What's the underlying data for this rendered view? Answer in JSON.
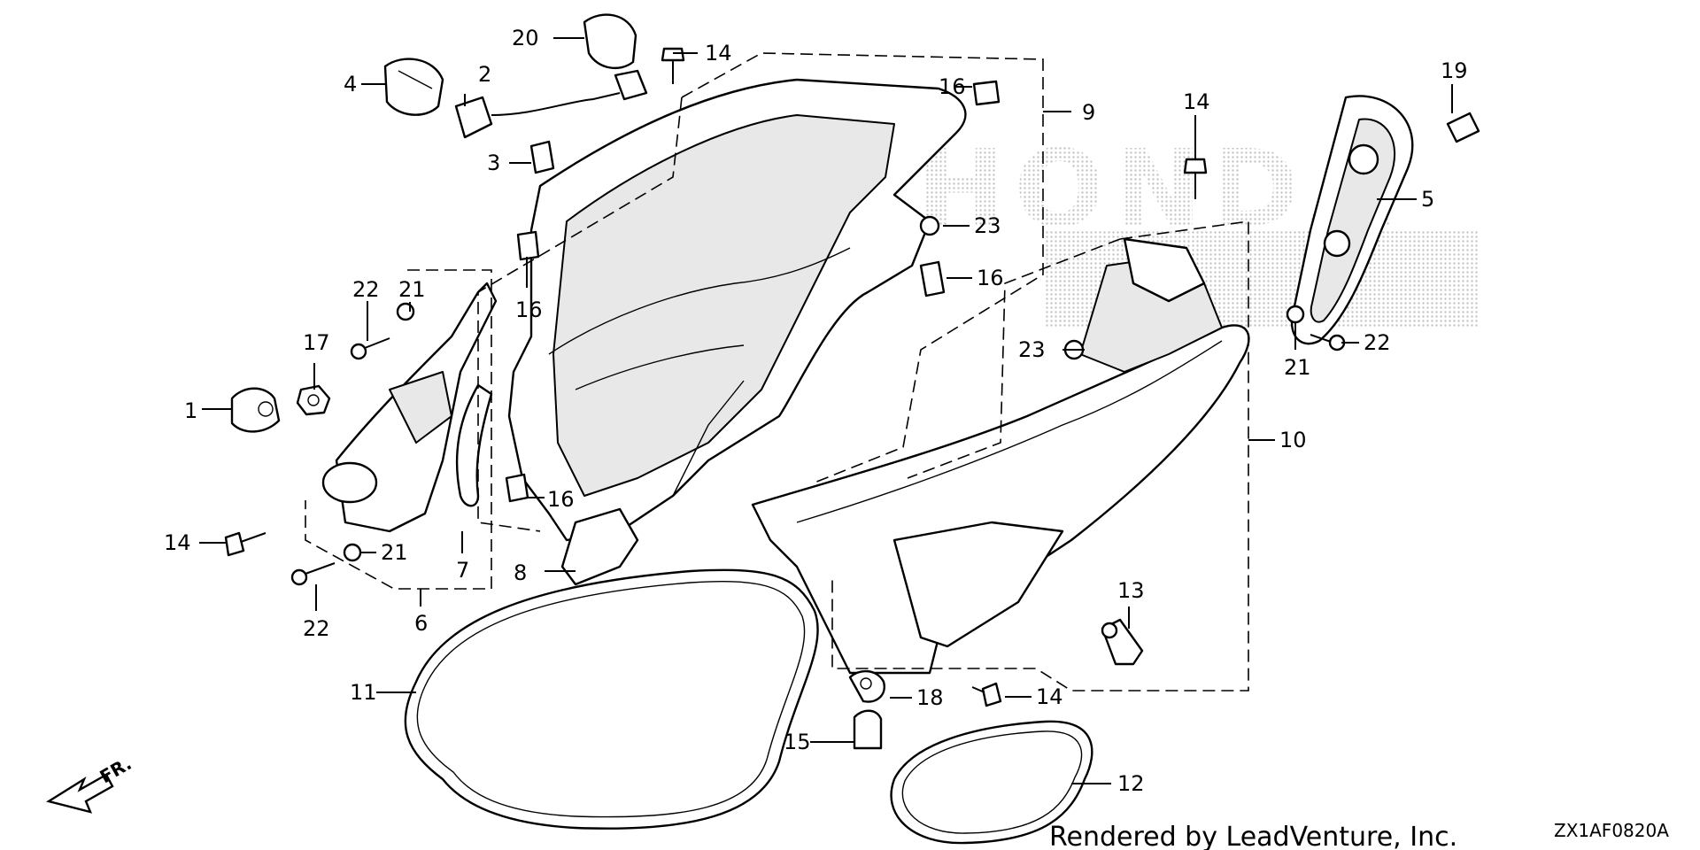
{
  "diagram": {
    "callouts": [
      {
        "id": "c1",
        "text": "1"
      },
      {
        "id": "c2",
        "text": "2"
      },
      {
        "id": "c3",
        "text": "3"
      },
      {
        "id": "c4",
        "text": "4"
      },
      {
        "id": "c5",
        "text": "5"
      },
      {
        "id": "c6",
        "text": "6"
      },
      {
        "id": "c7",
        "text": "7"
      },
      {
        "id": "c8",
        "text": "8"
      },
      {
        "id": "c9",
        "text": "9"
      },
      {
        "id": "c10",
        "text": "10"
      },
      {
        "id": "c11",
        "text": "11"
      },
      {
        "id": "c12",
        "text": "12"
      },
      {
        "id": "c13",
        "text": "13"
      },
      {
        "id": "c14a",
        "text": "14"
      },
      {
        "id": "c14b",
        "text": "14"
      },
      {
        "id": "c14c",
        "text": "14"
      },
      {
        "id": "c14d",
        "text": "14"
      },
      {
        "id": "c15",
        "text": "15"
      },
      {
        "id": "c16a",
        "text": "16"
      },
      {
        "id": "c16b",
        "text": "16"
      },
      {
        "id": "c16c",
        "text": "16"
      },
      {
        "id": "c16d",
        "text": "16"
      },
      {
        "id": "c17",
        "text": "17"
      },
      {
        "id": "c18",
        "text": "18"
      },
      {
        "id": "c19",
        "text": "19"
      },
      {
        "id": "c20",
        "text": "20"
      },
      {
        "id": "c21a",
        "text": "21"
      },
      {
        "id": "c21b",
        "text": "21"
      },
      {
        "id": "c21c",
        "text": "21"
      },
      {
        "id": "c22a",
        "text": "22"
      },
      {
        "id": "c22b",
        "text": "22"
      },
      {
        "id": "c22c",
        "text": "22"
      },
      {
        "id": "c23a",
        "text": "23"
      },
      {
        "id": "c23b",
        "text": "23"
      }
    ],
    "direction_marker": "FR.",
    "footer": "Rendered by LeadVenture, Inc.",
    "diagram_code": "ZX1AF0820A",
    "watermark": "HONDA"
  }
}
